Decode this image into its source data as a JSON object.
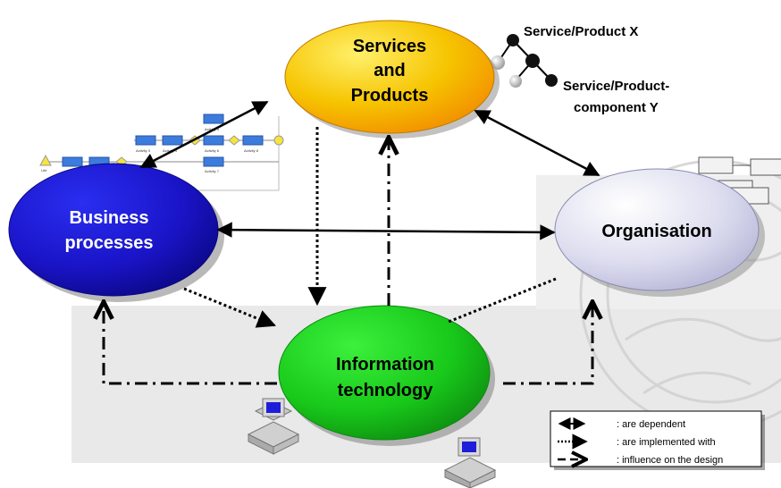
{
  "nodes": {
    "services": {
      "line1": "Services",
      "line2": "and",
      "line3": "Products",
      "color": "#f6b800"
    },
    "business": {
      "line1": "Business",
      "line2": "processes",
      "color": "#1a14c8"
    },
    "organisation": {
      "line1": "Organisation",
      "color": "#d8d8ec"
    },
    "it": {
      "line1": "Information",
      "line2": "technology",
      "color": "#17c71a"
    }
  },
  "annotations": {
    "service_product_x": "Service/Product X",
    "component_line1": "Service/Product-",
    "component_line2": "component Y"
  },
  "process_thumbnail": {
    "labels": [
      "Life",
      "Activity 3",
      "Activity 4",
      "Activity 5",
      "Activity 6",
      "Activity 7",
      "Activity 8"
    ]
  },
  "legend": {
    "items": [
      {
        "style": "solid-double-arrow",
        "label": ": are dependent"
      },
      {
        "style": "dotted-arrow",
        "label": ": are implemented with"
      },
      {
        "style": "dashed-arrow",
        "label": ": influence on the design"
      }
    ]
  }
}
